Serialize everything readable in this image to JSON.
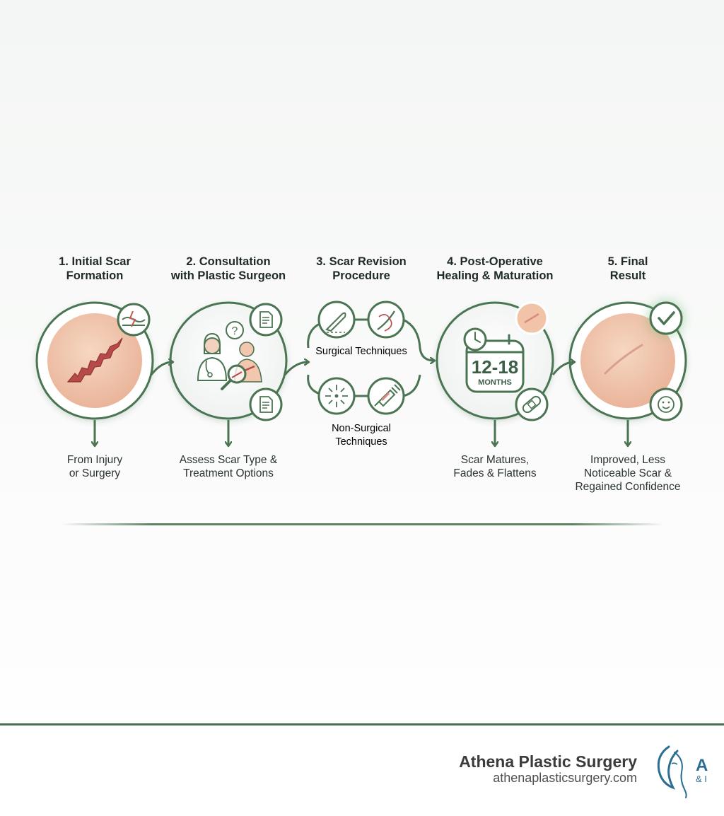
{
  "steps": [
    {
      "title_line1": "1. Initial Scar",
      "title_line2": "Formation",
      "caption_line1": "From Injury",
      "caption_line2": "or Surgery",
      "caption_line3": ""
    },
    {
      "title_line1": "2. Consultation",
      "title_line2": "with Plastic Surgeon",
      "caption_line1": "Assess Scar Type &",
      "caption_line2": "Treatment Options",
      "caption_line3": ""
    },
    {
      "title_line1": "3. Scar Revision",
      "title_line2": "Procedure",
      "caption_line1": "",
      "caption_line2": "",
      "caption_line3": ""
    },
    {
      "title_line1": "4. Post-Operative",
      "title_line2": "Healing & Maturation",
      "caption_line1": "Scar Matures,",
      "caption_line2": "Fades & Flattens",
      "caption_line3": ""
    },
    {
      "title_line1": "5. Final",
      "title_line2": "Result",
      "caption_line1": "Improved, Less",
      "caption_line2": "Noticeable Scar &",
      "caption_line3": "Regained Confidence"
    }
  ],
  "procedure": {
    "surgical_label": "Surgical Techniques",
    "nonsurgical_line1": "Non-Surgical",
    "nonsurgical_line2": "Techniques"
  },
  "healing": {
    "duration": "12-18",
    "unit": "MONTHS"
  },
  "footer": {
    "brand_name": "Athena Plastic Surgery",
    "brand_url": "athenaplasticsurgery.com",
    "logo_letters": "A",
    "logo_sub": "& I"
  },
  "colors": {
    "accent_green": "#4a7452",
    "skin": "#f1c4a8",
    "scar_red": "#b54a48",
    "text": "#1f2a26"
  }
}
